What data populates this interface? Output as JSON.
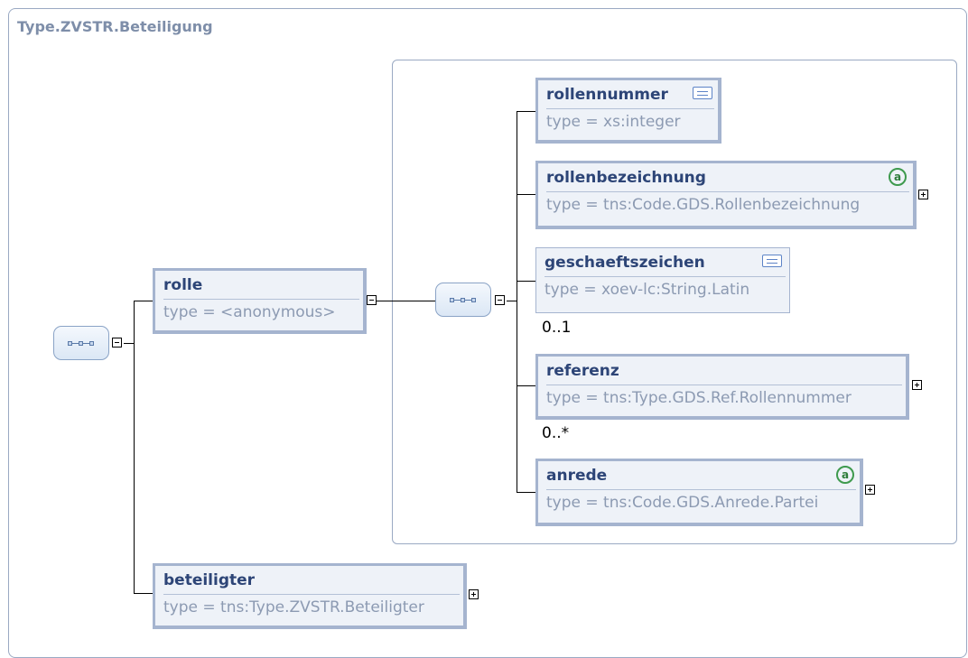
{
  "title": "Type.ZVSTR.Beteiligung",
  "icons": {
    "annotation": "documentation-icon",
    "attribute": "attribute-icon",
    "sequence": "sequence-compositor-icon",
    "collapse": "collapse-icon",
    "expand": "expand-icon",
    "attribute_glyph": "a"
  },
  "elements": {
    "rolle": {
      "name": "rolle",
      "type": "type = <anonymous>"
    },
    "beteiligter": {
      "name": "beteiligter",
      "type": "type = tns:Type.ZVSTR.Beteiligter"
    },
    "rollennummer": {
      "name": "rollennummer",
      "type": "type = xs:integer"
    },
    "rollenbezeichnung": {
      "name": "rollenbezeichnung",
      "type": "type = tns:Code.GDS.Rollenbezeichnung"
    },
    "geschaeftszeichen": {
      "name": "geschaeftszeichen",
      "type": "type = xoev-lc:String.Latin",
      "cardinality": "0..1"
    },
    "referenz": {
      "name": "referenz",
      "type": "type = tns:Type.GDS.Ref.Rollennummer",
      "cardinality": "0..*"
    },
    "anrede": {
      "name": "anrede",
      "type": "type = tns:Code.GDS.Anrede.Partei"
    }
  },
  "colors": {
    "element_border": "#a5b4cf",
    "element_fill": "#eef2f8",
    "name_text": "#2d4577",
    "type_text": "#8c9ab2",
    "title_text": "#7e8ea9",
    "attribute_green": "#3e9a4e"
  }
}
